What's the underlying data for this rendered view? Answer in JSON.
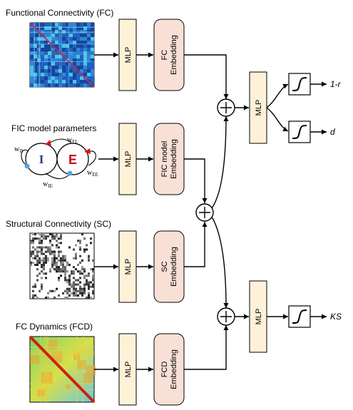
{
  "sections": {
    "fc": {
      "title": "Functional Connectivity (FC)",
      "mlp": "MLP",
      "embedding": [
        "FC",
        "Embedding"
      ]
    },
    "fic": {
      "title": "FIC model parameters",
      "mlp": "MLP",
      "embedding": [
        "FIC model",
        "Embedding"
      ]
    },
    "sc": {
      "title": "Structural Connectivity (SC)",
      "mlp": "MLP",
      "embedding": [
        "SC",
        "Embedding"
      ]
    },
    "fcd": {
      "title": "FC Dynamics (FCD)",
      "mlp": "MLP",
      "embedding": [
        "FCD",
        "Embedding"
      ]
    }
  },
  "fic_model": {
    "inhibitory_label": "I",
    "excitatory_label": "E",
    "weights": [
      {
        "base": "w",
        "sub": "II"
      },
      {
        "base": "w",
        "sub": "EI"
      },
      {
        "base": "w",
        "sub": "EE"
      },
      {
        "base": "w",
        "sub": "IE"
      }
    ]
  },
  "heads": {
    "top_mlp": "MLP",
    "bottom_mlp": "MLP",
    "outputs": [
      "1-r",
      "d",
      "KS"
    ]
  },
  "colors": {
    "mlp_fill": "#fdf2d8",
    "embedding_fill": "#f9e0d6",
    "excitatory": "#c0101a",
    "inhibitory": "#2a3a8c",
    "synapse_exc": "#e0101a",
    "synapse_inh": "#5aa0e0"
  },
  "icons": {
    "sum_node": "circled-plus",
    "activation": "sigmoid-curve",
    "fc_matrix": "blue-heatmap",
    "sc_matrix": "grayscale-connectivity",
    "fcd_matrix": "green-red-heatmap"
  }
}
